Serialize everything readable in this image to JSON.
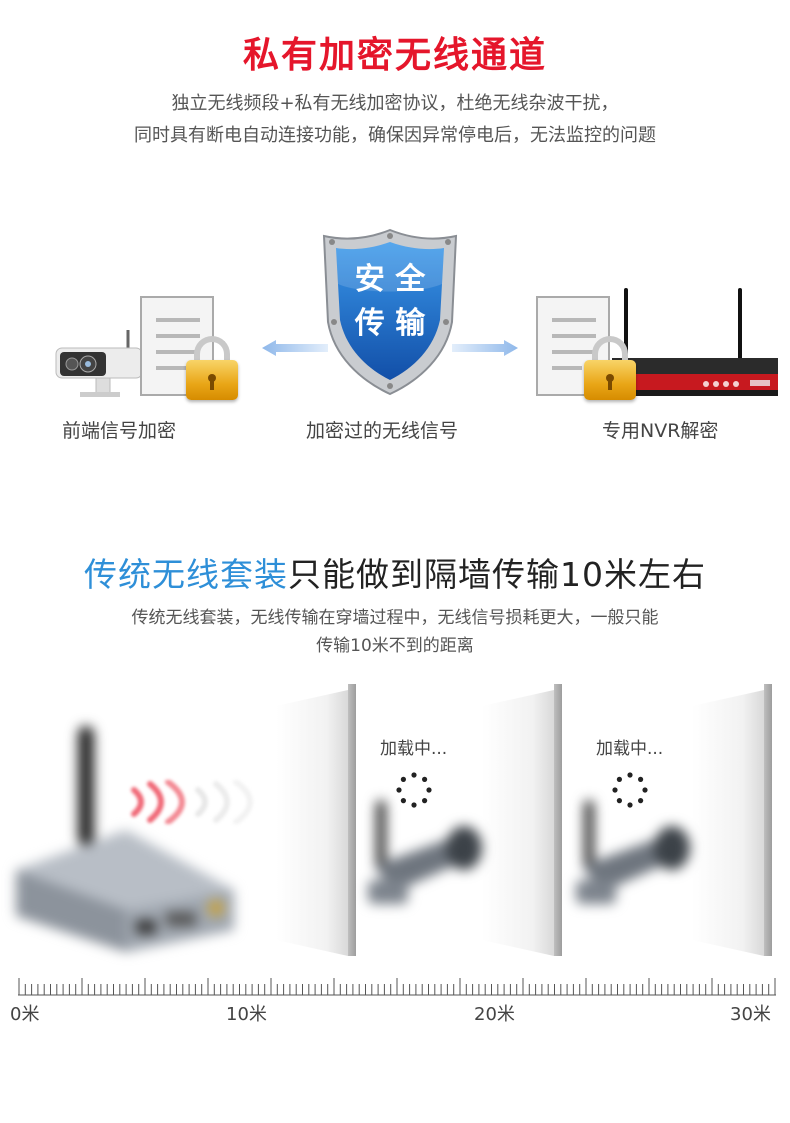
{
  "section1": {
    "title": "私有加密无线通道",
    "desc_line1": "独立无线频段+私有无线加密协议，杜绝无线杂波干扰，",
    "desc_line2": "同时具有断电自动连接功能，确保因异常停电后，无法监控的问题",
    "shield_text_line1": "安 全",
    "shield_text_line2": "传 输",
    "caption_left": "前端信号加密",
    "caption_center": "加密过的无线信号",
    "caption_right": "专用NVR解密"
  },
  "section2": {
    "title_blue": "传统无线套装",
    "title_black": "只能做到隔墙传输10米左右",
    "desc_line1": "传统无线套装，无线传输在穿墙过程中，无线信号损耗更大，一般只能",
    "desc_line2": "传输10米不到的距离",
    "loading_1": "加载中...",
    "loading_2": "加载中...",
    "ruler_labels": [
      "0米",
      "10米",
      "20米",
      "30米"
    ]
  },
  "colors": {
    "title_red": "#e5162b",
    "title_blue": "#2e8fd8",
    "shield_blue": "#1f6fc9",
    "arrow_blue": "#8fb8ea",
    "signal_red": "#f06a78"
  },
  "icons": [
    "camera-icon",
    "document-icon",
    "padlock-icon",
    "shield-icon",
    "nvr-icon",
    "arrow-left-icon",
    "arrow-right-icon",
    "loading-spinner-icon",
    "wireless-transmitter-icon"
  ]
}
